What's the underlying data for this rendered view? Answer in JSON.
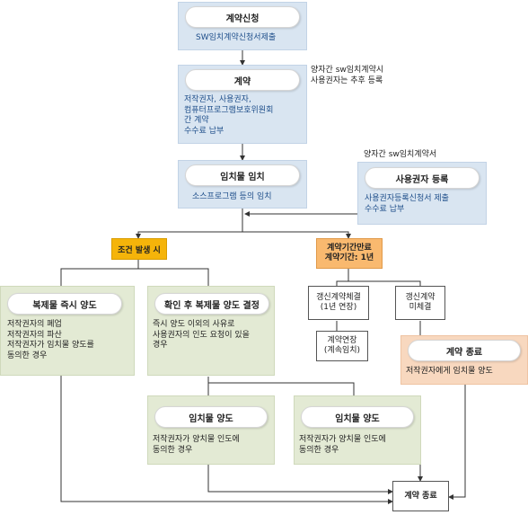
{
  "contract_apply": {
    "title": "계약신청",
    "body": "SW임치계약신청서제출"
  },
  "contract": {
    "title": "계약",
    "body": "저작권자, 사용권자,\n컴퓨터프로그램보호위원회\n간 계약\n수수료 납부"
  },
  "note_user_register": "양자간 sw임치계약시\n사용권자는 추후 등록",
  "escrow": {
    "title": "임치물 임치",
    "body": "소스프로그램 등의 임치"
  },
  "note_bilateral": "양자간 sw임치계약서",
  "user_register": {
    "title": "사용권자 등록",
    "body": "사용권자등록신청서 제출\n수수료 납부"
  },
  "condition_tag": "조건 발생 시",
  "expiry_tag": "계약기간만료\n계약기간: 1년",
  "immediate_transfer": {
    "title": "복제물 즉시 양도",
    "body": "저작권자의 폐업\n저작권자의 파산\n저작권자가 임치물 양도를\n동의한 경우"
  },
  "decide_transfer": {
    "title": "확인 후 복제물 양도 결정",
    "body": "즉시 양도 이외의 사유로\n사용권자의 인도 요청이 있을\n경우"
  },
  "renew": "갱신계약체결\n(1년 연장)",
  "no_renew": "갱신계약\n미체결",
  "extend": "계약연장\n(계속임치)",
  "contract_end_peach": {
    "title": "계약 종료",
    "body": "저작권자에게 임치물 양도"
  },
  "transfer_left": {
    "title": "임치물 양도",
    "body": "저작권자가 양치물 인도에\n동의한 경우"
  },
  "transfer_right": {
    "title": "임치물 양도",
    "body": "저작권자가 양치물 인도에\n동의한 경우"
  },
  "final_end": "계약 종료"
}
